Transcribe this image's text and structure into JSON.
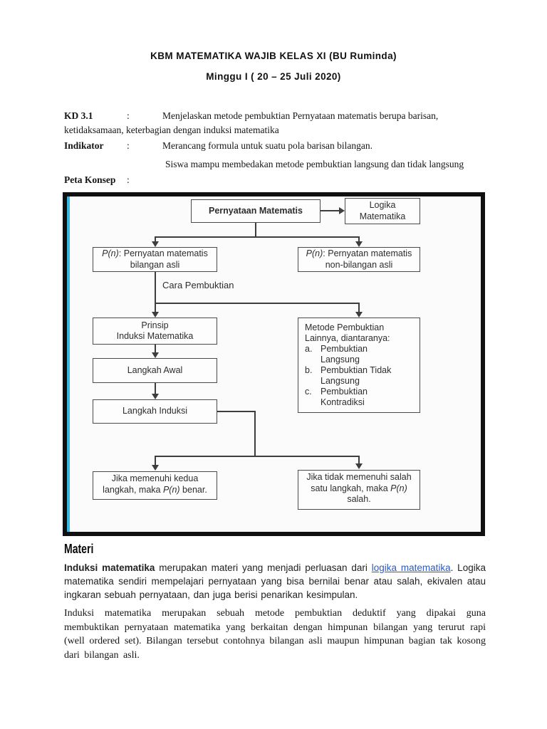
{
  "header": {
    "title": "KBM MATEMATIKA WAJIB KELAS XI (BU Ruminda)",
    "subtitle": "Minggu I ( 20 – 25 Juli 2020)"
  },
  "kd": {
    "label": "KD 3.1",
    "colon": ":",
    "line1": "Menjelaskan metode pembuktian Pernyataan matematis berupa barisan,",
    "line2": "ketidaksamaan,  keterbagian dengan induksi matematika"
  },
  "indikator": {
    "label": "Indikator",
    "colon": ":",
    "text1": "Merancang formula untuk suatu pola barisan bilangan.",
    "text2": "Siswa mampu membedakan metode pembuktian langsung dan tidak langsung"
  },
  "peta": {
    "label": "Peta Konsep",
    "colon": ":"
  },
  "diagram": {
    "pernyataan": "Pernyataan Matematis",
    "logika_line1": "Logika",
    "logika_line2": "Matematika",
    "pn": "P(n)",
    "left_pn_rest": ": Pernyatan matematis",
    "left_pn_line2": "bilangan asli",
    "right_pn_rest": ": Pernyatan matematis",
    "right_pn_line2": "non-bilangan asli",
    "cara_label": "Cara Pembuktian",
    "prinsip_line1": "Prinsip",
    "prinsip_line2": "Induksi Matematika",
    "langkah_awal": "Langkah Awal",
    "langkah_induksi": "Langkah Induksi",
    "metode_line1": "Metode Pembuktian",
    "metode_line2": "Lainnya, diantaranya:",
    "metode_items": [
      {
        "marker": "a.",
        "text": "Pembuktian Langsung"
      },
      {
        "marker": "b.",
        "text": "Pembuktian Tidak Langsung"
      },
      {
        "marker": "c.",
        "text": "Pembuktian Kontradiksi"
      }
    ],
    "benar_t1": "Jika memenuhi kedua langkah, maka ",
    "benar_pn": "P(n)",
    "benar_t2": " benar.",
    "salah_t1": "Jika tidak memenuhi salah satu langkah, maka ",
    "salah_pn": "P(n)",
    "salah_t2": " salah."
  },
  "materi": {
    "heading": "Materi",
    "p1_bold": "Induksi matematika",
    "p1_t1": " merupakan materi yang menjadi perluasan dari ",
    "p1_link": "logika matematika",
    "p1_t2": ". Logika matematika sendiri mempelajari pernyataan yang bisa bernilai benar atau salah, ekivalen atau ingkaran sebuah pernyataan, dan juga berisi penarikan kesimpulan.",
    "p2": "Induksi matematika merupakan sebuah metode pembuktian deduktif yang dipakai guna membuktikan pernyataan matematika yang berkaitan dengan himpunan bilangan yang terurut rapi (well ordered set). Bilangan tersebut contohnya bilangan asli maupun himpunan bagian tak kosong dari bilangan asli.",
    "link_color": "#2a5bc7"
  },
  "colors": {
    "frame_border": "#101010",
    "accent_cyan": "#38b7e0",
    "diagram_line": "#3d3d3d"
  }
}
